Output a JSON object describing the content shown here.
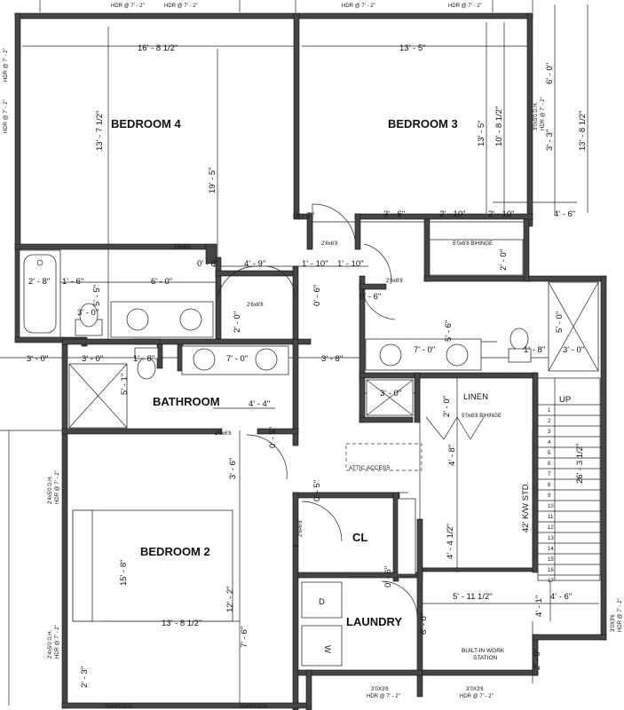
{
  "rooms": {
    "bedroom4": "BEDROOM 4",
    "bedroom3": "BEDROOM 3",
    "bathroom": "BATHROOM",
    "bedroom2": "BEDROOM 2",
    "cl": "CL",
    "laundry": "LAUNDRY",
    "linen": "LINEN"
  },
  "dimensions": {
    "bed4_width": "16' - 8 1/2\"",
    "bed4_height": "13' - 7 1/2\"",
    "bed4_closet": "19' - 5\"",
    "bed3_width": "13' - 5\"",
    "bed3_closet": "13' - 5\"",
    "bed3_height": "10' - 8 1/2\"",
    "right_top": "6' - 0\"",
    "right_mid": "3' - 3\"",
    "right_total": "13' - 8 1/2\"",
    "hall_07": "0' - 7\"",
    "d_3_6a": "3' - 6\"",
    "d_2_10a": "2' - 10\"",
    "d_2_10b": "2' - 10\"",
    "d_4_6a": "4' - 6\"",
    "d_0_6a": "0' - 6\"",
    "d_4_9": "4' - 9\"",
    "d_1_10a": "1' - 10\"",
    "d_1_10b": "1' - 10\"",
    "d_2_0a": "2' - 0\"",
    "d_2_8": "2' - 8\"",
    "d_1_6": "1' - 6\"",
    "d_6_0a": "6' - 0\"",
    "d_5_5": "5' - 5\"",
    "d_3_0a": "3' - 0\"",
    "d_0_6b": "0' - 6\"",
    "d_0_6c": "0' - 6\"",
    "d_5_6": "5' - 6\"",
    "d_2_0b": "2' - 0\"",
    "d_3_0b": "3' - 0\"",
    "d_3_0c": "3' - 0\"",
    "d_1_8a": "1' - 8\"",
    "d_7_0a": "7' - 0\"",
    "d_3_8": "3' - 8\"",
    "d_7_0b": "7' - 0\"",
    "d_1_8b": "1' - 8\"",
    "d_5_0": "5' - 0\"",
    "d_3_0d": "3' - 0\"",
    "d_5_1": "5' - 1\"",
    "d_4_4": "4' - 4\"",
    "d_3_0e": "3' - 0\"",
    "d_2_0c": "2' - 0\"",
    "d_0_5a": "0' - 5\"",
    "d_3_6b": "3' - 6\"",
    "d_4_8": "4' - 8\"",
    "d_0_5b": "0' - 5\"",
    "d_26_3": "26' - 3 1/2\"",
    "d_42kw": "42' K/W STD.",
    "d_15_8": "15' - 8\"",
    "d_12_2": "12' - 2\"",
    "d_13_8": "13' - 8 1/2\"",
    "d_4_4b": "4' - 4 1/2\"",
    "d_0_6d": "0' - 6\"",
    "d_5_11": "5' - 11 1/2\"",
    "d_4_6b": "4' - 6\"",
    "d_4_1": "4' - 1\"",
    "d_6_0b": "6' - 0\"",
    "d_7_6": "7' - 6\"",
    "d_2_3": "2' - 3\"",
    "d_2_0d": "2' - 0\""
  },
  "notes": {
    "hdr_top1": "HDR @ 7' - 2\"",
    "hdr_top2": "HDR @ 7' - 2\"",
    "hdr_top3": "HDR @ 7' - 2\"",
    "hdr_top4": "HDR @ 7' - 2\"",
    "d_2668a": "2'6x6'8",
    "d_2668b": "2'6x6'8",
    "d_2668c": "2'6x6'8",
    "d_2668d": "2'6x6'8",
    "d_2668e": "2'6x6'8",
    "d_2668f": "2'6x6'8",
    "bihinge1": "5'0x6'8 BIHINGE",
    "bihinge2": "5'0x6'8 BIHINGE",
    "up": "UP",
    "attic": "ATTIC ACCESS",
    "builtin1": "BUILT-IN WORK",
    "builtin2": "STATION",
    "washer": "W",
    "dryer": "D",
    "win_bot1": "3'0X3'6",
    "win_bot1b": "HDR @ 7' - 2\"",
    "win_bot2": "3'0X3'6",
    "win_bot2b": "HDR @ 7' - 2\"",
    "win_bot3": "3'0x5'0 D.H.",
    "win_bot4": "3'0x5'0 D.H.",
    "win_left1": "2'4x5'0 D.H.",
    "win_left1b": "HDR @ 7' - 2\"",
    "win_left2": "2'4x5'0 D.H.",
    "win_left2b": "HDR @ 7' - 2\"",
    "win_right1": "3'0x5'0 D.H.",
    "win_right1b": "HDR @ 7' - 2\"",
    "win_right2": "3'0X3'6",
    "win_right2b": "HDR @ 7' - 2\"",
    "win_tl": "HDR @ 7' - 2\"",
    "win_tl2": "HDR @ 7' - 2\""
  },
  "stairs": [
    "1",
    "2",
    "3",
    "4",
    "5",
    "6",
    "7",
    "8",
    "9",
    "10",
    "11",
    "12",
    "13",
    "14",
    "15",
    "16",
    "17"
  ]
}
